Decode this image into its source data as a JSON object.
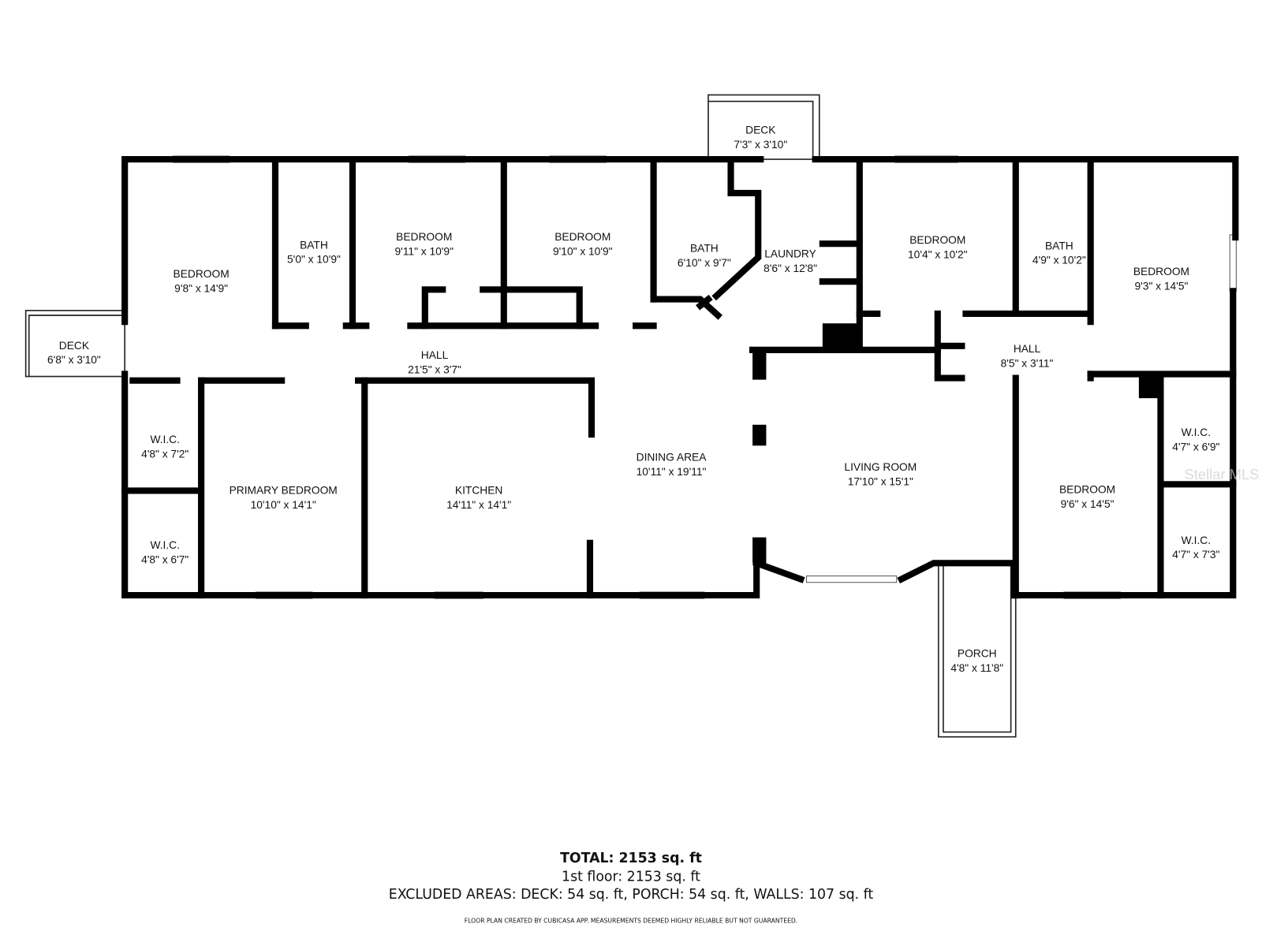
{
  "rooms": [
    {
      "name": "BEDROOM",
      "size": "9'8\" x 14'9\""
    },
    {
      "name": "BATH",
      "size": "5'0\" x 10'9\""
    },
    {
      "name": "BEDROOM",
      "size": "9'11\" x 10'9\""
    },
    {
      "name": "BEDROOM",
      "size": "9'10\" x 10'9\""
    },
    {
      "name": "BATH",
      "size": "6'10\" x 9'7\""
    },
    {
      "name": "LAUNDRY",
      "size": "8'6\" x 12'8\""
    },
    {
      "name": "DECK",
      "size": "7'3\" x 3'10\""
    },
    {
      "name": "BEDROOM",
      "size": "10'4\" x 10'2\""
    },
    {
      "name": "BATH",
      "size": "4'9\" x 10'2\""
    },
    {
      "name": "BEDROOM",
      "size": "9'3\" x 14'5\""
    },
    {
      "name": "DECK",
      "size": "6'8\" x 3'10\""
    },
    {
      "name": "HALL",
      "size": "21'5\" x 3'7\""
    },
    {
      "name": "HALL",
      "size": "8'5\" x 3'11\""
    },
    {
      "name": "W.I.C.",
      "size": "4'8\" x 7'2\""
    },
    {
      "name": "W.I.C.",
      "size": "4'8\" x 6'7\""
    },
    {
      "name": "PRIMARY BEDROOM",
      "size": "10'10\" x 14'1\""
    },
    {
      "name": "KITCHEN",
      "size": "14'11\" x 14'1\""
    },
    {
      "name": "DINING AREA",
      "size": "10'11\" x 19'11\""
    },
    {
      "name": "LIVING ROOM",
      "size": "17'10\" x 15'1\""
    },
    {
      "name": "BEDROOM",
      "size": "9'6\" x 14'5\""
    },
    {
      "name": "W.I.C.",
      "size": "4'7\" x 6'9\""
    },
    {
      "name": "W.I.C.",
      "size": "4'7\" x 7'3\""
    },
    {
      "name": "PORCH",
      "size": "4'8\" x 11'8\""
    }
  ],
  "totals": {
    "total": "TOTAL: 2153 sq. ft",
    "floor": "1st floor: 2153 sq. ft",
    "excluded": "EXCLUDED AREAS: DECK: 54 sq. ft, PORCH: 54 sq. ft, WALLS: 107 sq. ft",
    "disclaimer": "FLOOR PLAN CREATED BY CUBICASA APP. MEASUREMENTS DEEMED HIGHLY RELIABLE BUT NOT GUARANTEED."
  },
  "watermark": "Stellar MLS"
}
